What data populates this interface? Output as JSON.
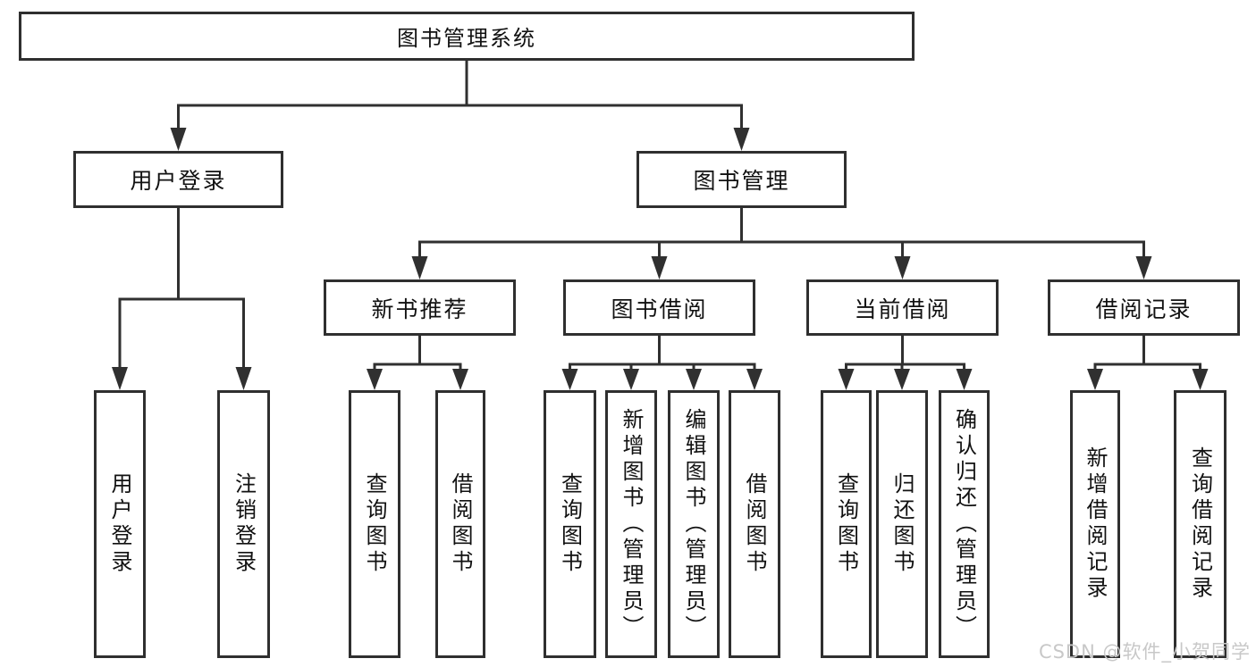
{
  "diagram_title": "图书管理系统",
  "nodes": {
    "root": "图书管理系统",
    "user_login": "用户登录",
    "book_management": "图书管理",
    "new_book_recommend": "新书推荐",
    "book_borrowing": "图书借阅",
    "current_borrowing": "当前借阅",
    "borrowing_records": "借阅记录",
    "user_login_leaf": "用户登录",
    "logout_leaf": "注销登录",
    "query_books_1": "查询图书",
    "borrow_books_1": "借阅图书",
    "query_books_2": "查询图书",
    "add_books_admin": "新增图书（管理员）",
    "edit_books_admin": "编辑图书（管理员）",
    "borrow_books_2": "借阅图书",
    "query_books_3": "查询图书",
    "return_books": "归还图书",
    "confirm_return_admin": "确认归还（管理员）",
    "add_borrow_record": "新增借阅记录",
    "query_borrow_record": "查询借阅记录"
  },
  "watermark": "CSDN @软件_小贺同学",
  "colors": {
    "line": "#303030",
    "border": "#2f2f2f",
    "text": "#111111",
    "background": "#ffffff",
    "watermark": "#c8c8c8"
  }
}
